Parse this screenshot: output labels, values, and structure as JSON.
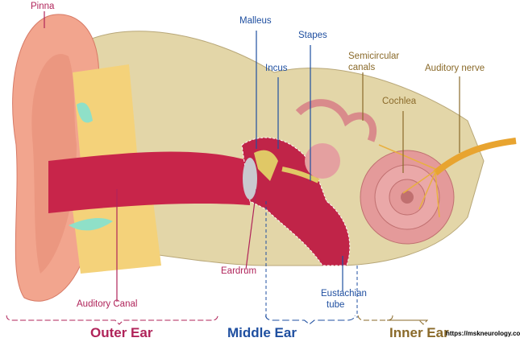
{
  "labels": {
    "pinna": "Pinna",
    "malleus": "Malleus",
    "stapes": "Stapes",
    "incus": "Incus",
    "semicircular_1": "Semicircular",
    "semicircular_2": "canals",
    "auditory_nerve": "Auditory nerve",
    "cochlea": "Cochlea",
    "eardrum": "Eardrum",
    "eustachian_1": "Eustachian",
    "eustachian_2": "tube",
    "auditory_canal": "Auditory Canal"
  },
  "sections": {
    "outer": "Outer Ear",
    "middle": "Middle Ear",
    "inner": "Inner Ear"
  },
  "source": "https://mskneurology.com/",
  "colors": {
    "outer": "#b0245a",
    "middle": "#1f4fa0",
    "inner": "#8a6a2a"
  }
}
